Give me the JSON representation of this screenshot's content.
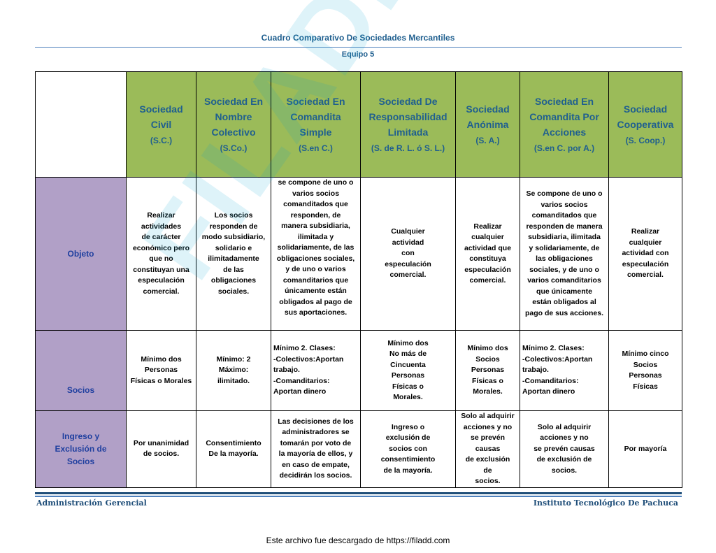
{
  "title": "Cuadro Comparativo De Sociedades Mercantiles",
  "team": "Equipo 5",
  "watermark": "FILADD.COM",
  "columns": [
    {
      "name": "Sociedad\nCivil",
      "abbr": "(S.C.)"
    },
    {
      "name": "Sociedad En\nNombre\nColectivo",
      "abbr": "(S.Co.)"
    },
    {
      "name": "Sociedad En\nComandita\nSimple",
      "abbr": "(S.en C.)"
    },
    {
      "name": "Sociedad De\nResponsabilidad\nLimitada",
      "abbr": "(S. de R. L. ó S. L.)"
    },
    {
      "name": "Sociedad\nAnónima",
      "abbr": "(S. A.)"
    },
    {
      "name": "Sociedad En\nComandita Por\nAcciones",
      "abbr": "(S.en C. por A.)"
    },
    {
      "name": "Sociedad\nCooperativa",
      "abbr": "(S. Coop.)"
    }
  ],
  "rows": [
    {
      "label": "Objeto",
      "cells": [
        "Realizar\nactividades\nde carácter\neconómico pero\nque no\nconstituyan una\nespeculación\ncomercial.",
        "Los socios\nresponden de\nmodo subsidiario,\nsolidario e\nilimitadamente\nde las\nobligaciones\nsociales.",
        "se compone de uno o\nvarios socios\ncomanditados que\nresponden, de\nmanera subsidiaria,\nilimitada y\nsolidariamente, de las\nobligaciones sociales,\ny de uno o varios\ncomanditarios que\núnicamente están\nobligados al pago de\nsus aportaciones.",
        "Cualquier\nactividad\ncon\nespeculación\ncomercial.",
        "Realizar\ncualquier\nactividad que\nconstituya\nespeculación\ncomercial.",
        "Se compone de uno o\nvarios socios\ncomanditados que\nresponden de manera\nsubsidiaria, ilimitada\ny solidariamente, de\nlas obligaciones\nsociales, y de uno o\nvarios comanditarios\nque únicamente\nestán obligados al\npago de sus acciones.",
        "Realizar\ncualquier\nactividad con\nespeculación\ncomercial."
      ]
    },
    {
      "label": "Socios",
      "cells": [
        "Mínimo dos\nPersonas\nFísicas o Morales",
        "Mínimo: 2\nMáximo:\nilimitado.",
        "Mínimo 2. Clases:\n-Colectivos:Aportan\ntrabajo.\n-Comanditarios:\nAportan dinero",
        "Mínimo dos\nNo más de\nCincuenta\nPersonas\nFísicas o\nMorales.",
        "Mínimo dos\nSocios\nPersonas\nFísicas o\nMorales.",
        "Mínimo 2. Clases:\n-Colectivos:Aportan\ntrabajo.\n-Comanditarios:\n      Aportan dinero",
        "Mínimo cinco\nSocios\nPersonas\nFísicas"
      ]
    },
    {
      "label": "Ingreso y\nExclusión de\nSocios",
      "cells": [
        "Por unanimidad\nde socios.",
        "Consentimiento\nDe la mayoría.",
        "Las decisiones de los\nadministradores se\ntomarán por voto de\nla mayoría de ellos, y\nen caso de empate,\ndecidirán los socios.",
        "Ingreso o\nexclusión de\nsocios con\nconsentimiento\nde la mayoría.",
        "Solo al adquirir\nacciones y no\nse prevén\ncausas\nde exclusión\nde\nsocios.",
        "Solo al adquirir\nacciones y no\nse prevén causas\nde exclusión de\nsocios.",
        "Por mayoría"
      ]
    }
  ],
  "footer": {
    "left": "Administración Gerencial",
    "right": "Instituto Tecnológico De Pachuca"
  },
  "download_note": "Este archivo fue descargado de https://filadd.com"
}
